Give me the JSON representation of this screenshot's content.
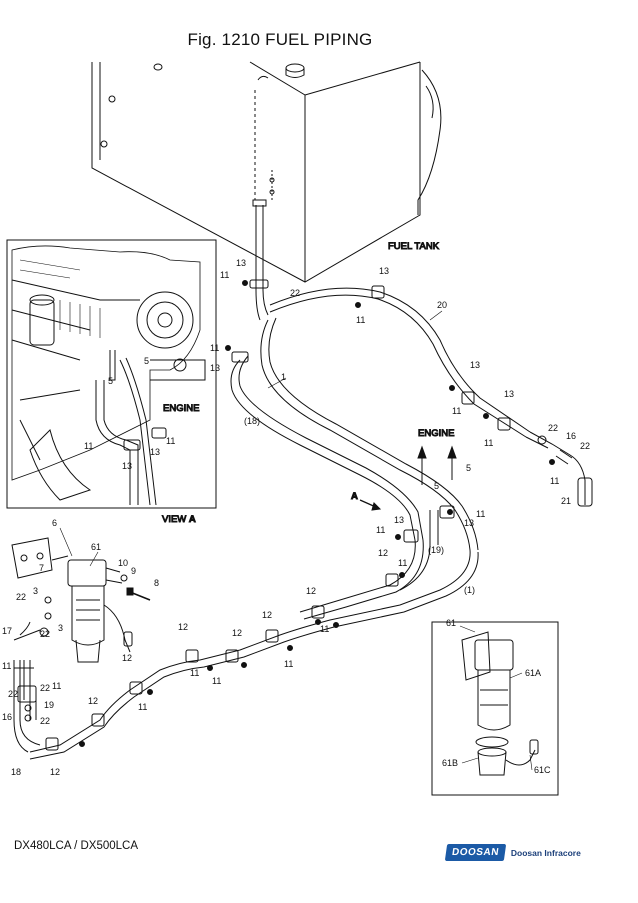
{
  "title": "Fig. 1210 FUEL PIPING",
  "model": "DX480LCA / DX500LCA",
  "brand": {
    "logo": "DOOSAN",
    "name": "Doosan Infracore",
    "color": "#1b5aa6"
  },
  "labels": {
    "fuel_tank": "FUEL TANK",
    "engine_view": "ENGINE",
    "engine_arrow": "ENGINE",
    "view": "VIEW ",
    "view_letter": "A",
    "arrow_a": "A"
  },
  "callouts": {
    "c13a": "13",
    "c11a": "11",
    "c22a": "22",
    "c13b": "13",
    "c11b": "11",
    "c20": "20",
    "c11c": "11",
    "c13c": "13",
    "c1": "1",
    "c18": "(18)",
    "c13d": "13",
    "c11d": "11",
    "c13e": "13",
    "c11e": "11",
    "c22b": "22",
    "c16a": "16",
    "c22c": "22",
    "c11f": "11",
    "c21": "21",
    "c5a": "5",
    "c5b": "5",
    "c13f": "13",
    "c11g": "11",
    "c11h": "11",
    "c13g": "13",
    "c12a": "12",
    "c19": "(19)",
    "c11i": "11",
    "c1b": "(1)",
    "c12b": "12",
    "c11j": "11",
    "c12c": "12",
    "c11k": "11",
    "c12d": "12",
    "c11l": "11",
    "c12e": "12",
    "c11m": "11",
    "c12f": "12",
    "c11n": "11",
    "c12g": "12",
    "c18b": "18",
    "c6": "6",
    "c61": "61",
    "c10": "10",
    "c9": "9",
    "c7": "7",
    "c8": "8",
    "c22d": "22",
    "c3a": "3",
    "c22e": "22",
    "c3b": "3",
    "c17": "17",
    "c22f": "22",
    "c11o": "11",
    "c11p": "11",
    "c22g": "22",
    "c19b": "19",
    "c16b": "16",
    "c22h": "22",
    "v5a": "5",
    "v5b": "5",
    "v11a": "11",
    "v13a": "13",
    "v11b": "11",
    "v13b": "13",
    "i61": "61",
    "i61a": "61A",
    "i61b": "61B",
    "i61c": "61C"
  }
}
